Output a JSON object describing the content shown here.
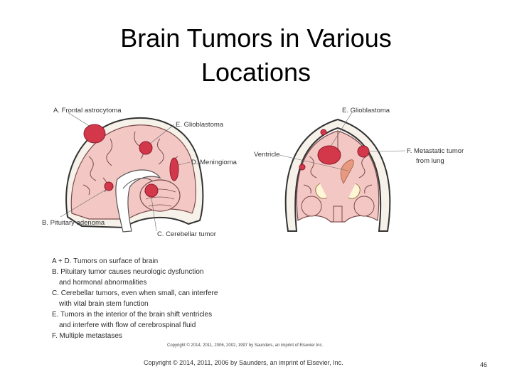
{
  "slide": {
    "title_line1": "Brain Tumors in Various",
    "title_line2": "Locations",
    "copyright": "Copyright © 2014, 2011, 2006 by Saunders, an imprint of Elsevier, Inc.",
    "page_number": "46"
  },
  "figure": {
    "labels": {
      "frontal_astrocytoma": "A. Frontal astrocytoma",
      "glioblastoma_left": "E. Glioblastoma",
      "meningioma": "D. Meningioma",
      "pituitary_adenoma": "B. Pituitary adenoma",
      "cerebellar_tumor": "C. Cerebellar tumor",
      "glioblastoma_right": "E. Glioblastoma",
      "ventricle": "Ventricle",
      "metastatic_line1": "F. Metastatic tumor",
      "metastatic_line2": "from lung"
    },
    "caption_lines": [
      "A + D. Tumors on surface of brain",
      "B. Pituitary tumor causes neurologic dysfunction",
      "and hormonal abnormalities",
      "C. Cerebellar tumors, even when small, can interfere",
      "with vital brain stem function",
      "E. Tumors in the interior of the brain shift ventricles",
      "and interfere with flow of cerebrospinal fluid",
      "F. Multiple metastases"
    ],
    "figure_copyright": "Copyright © 2014, 2011, 2006, 2002, 1997 by Saunders, an imprint of Elsevier Inc."
  }
}
